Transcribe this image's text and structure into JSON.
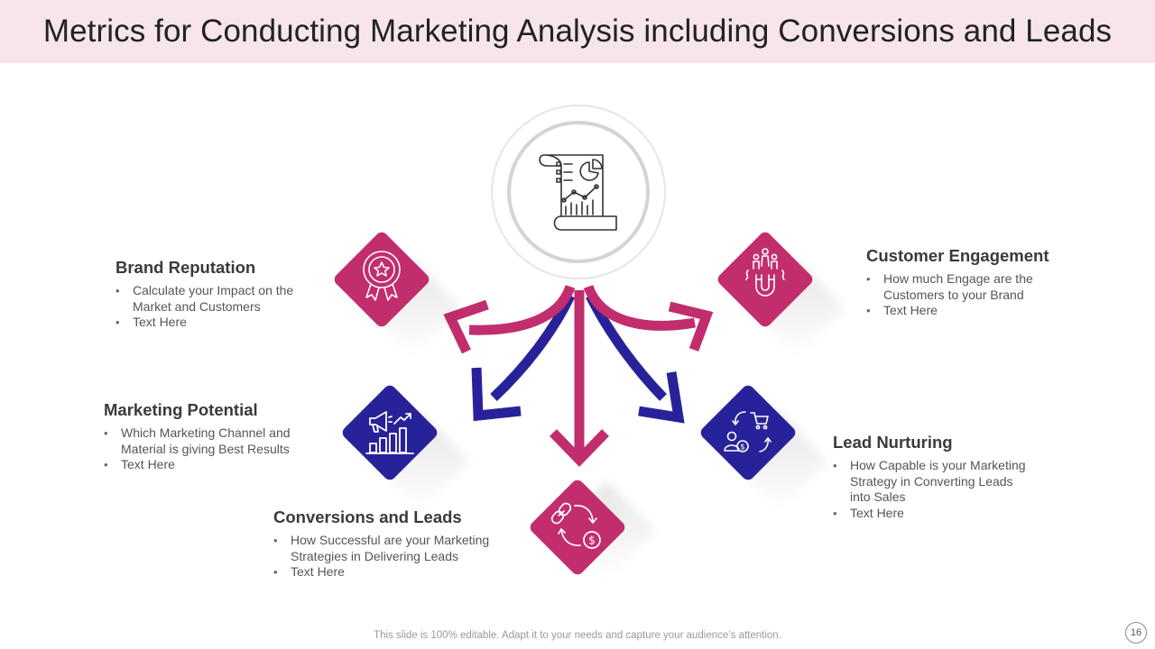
{
  "title": "Metrics for Conducting Marketing Analysis including Conversions and Leads",
  "colors": {
    "magenta": "#c22d6e",
    "navy": "#28229a",
    "title_bg": "#f7e4ec"
  },
  "center": {
    "icon": "report-chart-icon"
  },
  "items": [
    {
      "title": "Brand Reputation",
      "icon": "award-badge-icon",
      "color": "magenta",
      "bullets": [
        "Calculate your Impact on the Market and Customers",
        "Text Here"
      ]
    },
    {
      "title": "Marketing Potential",
      "icon": "megaphone-growth-icon",
      "color": "navy",
      "bullets": [
        "Which Marketing Channel and Material is giving Best Results",
        "Text Here"
      ]
    },
    {
      "title": "Conversions and Leads",
      "icon": "link-dollar-icon",
      "color": "magenta",
      "bullets": [
        "How Successful are your Marketing Strategies in Delivering Leads",
        "Text Here"
      ]
    },
    {
      "title": "Lead Nurturing",
      "icon": "cart-customer-icon",
      "color": "navy",
      "bullets": [
        "How Capable is your Marketing Strategy in Converting Leads into Sales",
        "Text Here"
      ]
    },
    {
      "title": "Customer Engagement",
      "icon": "magnet-people-icon",
      "color": "magenta",
      "bullets": [
        "How much Engage are the Customers to your Brand",
        "Text Here"
      ]
    }
  ],
  "footer": "This slide is 100% editable. Adapt it to your needs and capture your audience’s attention.",
  "page_number": "16"
}
